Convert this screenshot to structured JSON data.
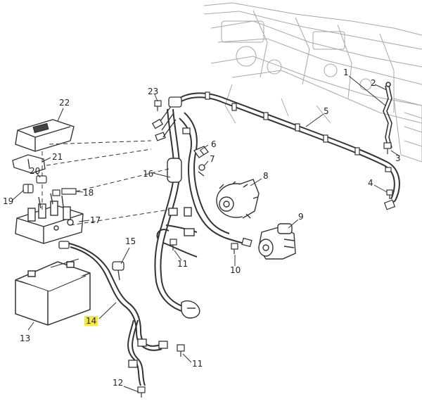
{
  "callouts": [
    {
      "id": "1",
      "text": "1"
    },
    {
      "id": "2",
      "text": "2"
    },
    {
      "id": "3",
      "text": "3"
    },
    {
      "id": "4",
      "text": "4"
    },
    {
      "id": "5",
      "text": "5"
    },
    {
      "id": "6",
      "text": "6"
    },
    {
      "id": "7",
      "text": "7"
    },
    {
      "id": "8",
      "text": "8"
    },
    {
      "id": "9",
      "text": "9"
    },
    {
      "id": "10",
      "text": "10"
    },
    {
      "id": "11a",
      "text": "11"
    },
    {
      "id": "11b",
      "text": "11"
    },
    {
      "id": "12",
      "text": "12"
    },
    {
      "id": "13",
      "text": "13"
    },
    {
      "id": "14",
      "text": "14",
      "highlight": true
    },
    {
      "id": "15",
      "text": "15"
    },
    {
      "id": "16",
      "text": "16"
    },
    {
      "id": "17",
      "text": "17"
    },
    {
      "id": "18",
      "text": "18"
    },
    {
      "id": "19",
      "text": "19"
    },
    {
      "id": "20",
      "text": "20"
    },
    {
      "id": "21",
      "text": "21"
    },
    {
      "id": "22",
      "text": "22"
    },
    {
      "id": "23",
      "text": "23"
    }
  ],
  "colors": {
    "line": "#333333",
    "ghost": "#9a9a9a",
    "highlight": "#f3e84a"
  }
}
